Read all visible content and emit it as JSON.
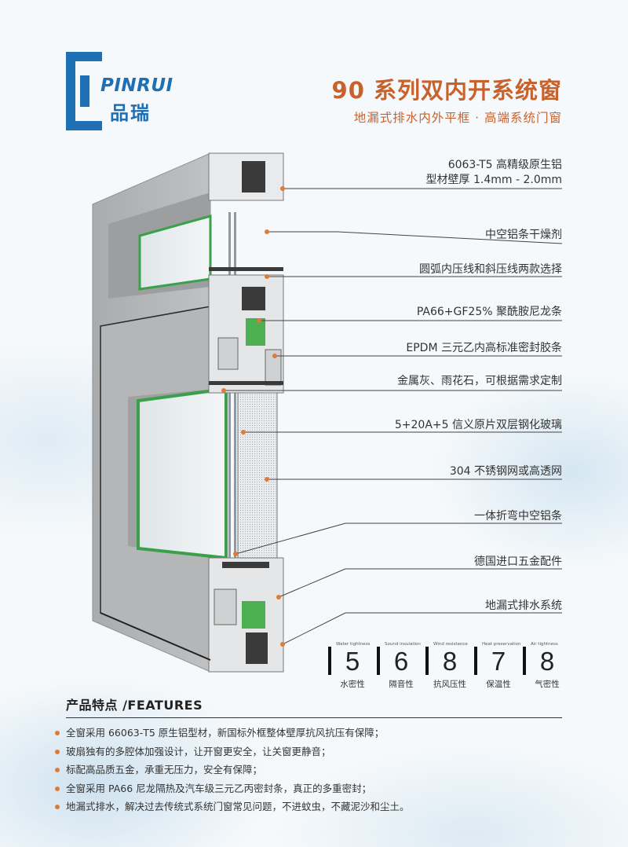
{
  "brand": {
    "name_en": "PINRUI",
    "name_cn": "品瑞",
    "color": "#1f6fb4"
  },
  "header": {
    "title": "90 系列双内开系统窗",
    "subtitle": "地漏式排水内外平框 · 高端系统门窗",
    "accent_color": "#c8622d"
  },
  "callouts": [
    {
      "line1": "6063-T5 高精级原生铝",
      "line2": "型材壁厚 1.4mm - 2.0mm"
    },
    {
      "line1": "中空铝条干燥剂"
    },
    {
      "line1": "圆弧内压线和斜压线两款选择"
    },
    {
      "line1": "PA66+GF25% 聚酰胺尼龙条"
    },
    {
      "line1": "EPDM 三元乙内高标准密封胶条"
    },
    {
      "line1": "金属灰、雨花石，可根据需求定制"
    },
    {
      "line1": "5+20A+5 信义原片双层钢化玻璃"
    },
    {
      "line1": "304 不锈钢网或高透网"
    },
    {
      "line1": "一体折弯中空铝条"
    },
    {
      "line1": "德国进口五金配件"
    },
    {
      "line1": "地漏式排水系统"
    }
  ],
  "ratings": [
    {
      "en": "Water tightness",
      "value": "5",
      "cn": "水密性"
    },
    {
      "en": "Sound insulation",
      "value": "6",
      "cn": "隔音性"
    },
    {
      "en": "Wind resistance",
      "value": "8",
      "cn": "抗风压性"
    },
    {
      "en": "Heat preservation",
      "value": "7",
      "cn": "保温性"
    },
    {
      "en": "Air tightness",
      "value": "8",
      "cn": "气密性"
    }
  ],
  "features": {
    "title": "产品特点 /FEATURES",
    "items": [
      "全窗采用 66063-T5 原生铝型材，新国标外框整体壁厚抗风抗压有保障；",
      "玻扇独有的多腔体加强设计，让开窗更安全，让关窗更静音；",
      "标配高品质五金，承重无压力，安全有保障；",
      "全窗采用 PA66 尼龙隔热及汽车级三元乙丙密封条，真正的多重密封；",
      "地漏式排水，解决过去传统式系统门窗常见问题，不进蚊虫，不藏泥沙和尘土。"
    ],
    "bullet_color": "#e07a3a"
  }
}
